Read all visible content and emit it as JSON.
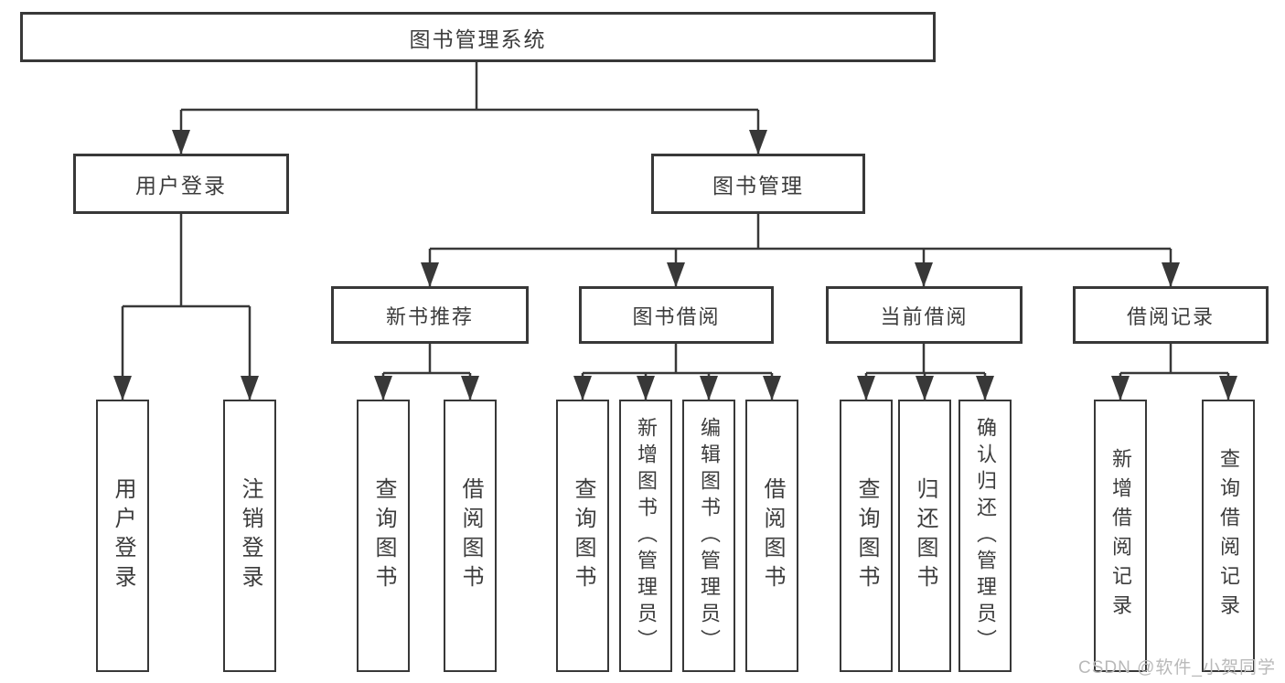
{
  "diagram": {
    "root_label": "图书管理系统",
    "level2": [
      {
        "label": "用户登录",
        "children": [
          {
            "label": "用户登录"
          },
          {
            "label": "注销登录"
          }
        ]
      },
      {
        "label": "图书管理",
        "children": [
          {
            "label": "新书推荐",
            "children": [
              {
                "label": "查询图书"
              },
              {
                "label": "借阅图书"
              }
            ]
          },
          {
            "label": "图书借阅",
            "children": [
              {
                "label": "查询图书"
              },
              {
                "label": "新增图书（管理员）"
              },
              {
                "label": "编辑图书（管理员）"
              },
              {
                "label": "借阅图书"
              }
            ]
          },
          {
            "label": "当前借阅",
            "children": [
              {
                "label": "查询图书"
              },
              {
                "label": "归还图书"
              },
              {
                "label": "确认归还（管理员）"
              }
            ]
          },
          {
            "label": "借阅记录",
            "children": [
              {
                "label": "新增借阅记录"
              },
              {
                "label": "查询借阅记录"
              }
            ]
          }
        ]
      }
    ]
  },
  "watermark": "CSDN @软件_小贺同学",
  "colors": {
    "line": "#383838",
    "text": "#3c3c3c",
    "background": "#ffffff",
    "watermark": "#b9b9b9"
  }
}
